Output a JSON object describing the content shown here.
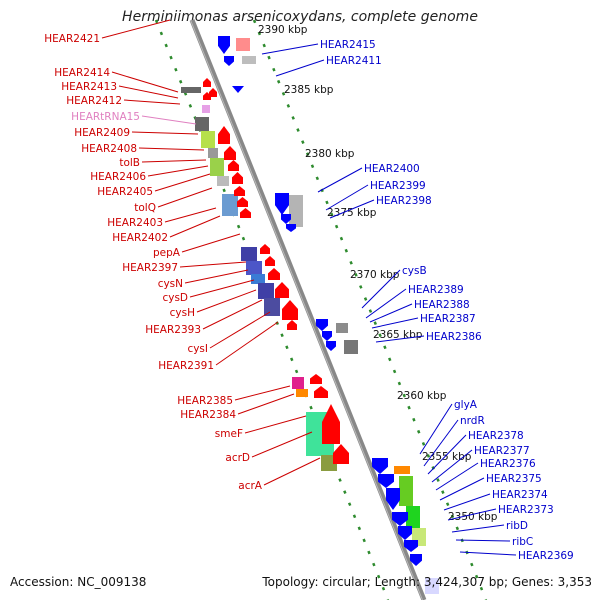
{
  "title": "Herminiimonas arsenicoxydans, complete genome",
  "accession_text": "Accession: NC_009138",
  "topology_text": "Topology: circular; Length: 3,424,307 bp; Genes: 3,353",
  "colors": {
    "left_label": "#cc0000",
    "right_label": "#0000cc",
    "trna_label": "#e080c0",
    "forward_arrow": "#ff0000",
    "reverse_arrow": "#0000ff",
    "backbone": "#888888",
    "tick": "#2e8b2e"
  },
  "kbp_marks": [
    "2390 kbp",
    "2385 kbp",
    "2380 kbp",
    "2375 kbp",
    "2370 kbp",
    "2365 kbp",
    "2360 kbp",
    "2355 kbp",
    "2350 kbp"
  ],
  "left_labels": [
    "HEAR2421",
    "HEAR2414",
    "HEAR2413",
    "HEAR2412",
    "HEARtRNA15",
    "HEAR2409",
    "HEAR2408",
    "tolB",
    "HEAR2406",
    "HEAR2405",
    "tolQ",
    "HEAR2403",
    "HEAR2402",
    "pepA",
    "HEAR2397",
    "cysN",
    "cysD",
    "cysH",
    "HEAR2393",
    "cysI",
    "HEAR2391",
    "HEAR2385",
    "HEAR2384",
    "smeF",
    "acrD",
    "acrA"
  ],
  "right_labels": [
    "HEAR2415",
    "HEAR2411",
    "HEAR2400",
    "HEAR2399",
    "HEAR2398",
    "cysB",
    "HEAR2389",
    "HEAR2388",
    "HEAR2387",
    "HEAR2386",
    "glyA",
    "nrdR",
    "HEAR2378",
    "HEAR2377",
    "HEAR2376",
    "HEAR2375",
    "HEAR2374",
    "HEAR2373",
    "ribD",
    "ribC",
    "HEAR2369"
  ]
}
